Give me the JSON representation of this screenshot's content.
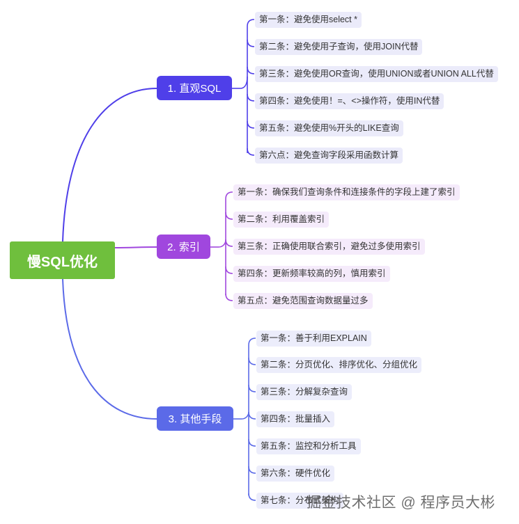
{
  "root": {
    "label": "慢SQL优化"
  },
  "colors": {
    "root": "#6fbf3d",
    "branch1": "#4f3fe9",
    "branch2": "#a047de",
    "branch3": "#5b6ae8"
  },
  "branches": [
    {
      "label": "1. 直观SQL",
      "items": [
        "第一条：避免使用select *",
        "第二条：避免使用子查询，使用JOIN代替",
        "第三条：避免使用OR查询，使用UNION或者UNION ALL代替",
        "第四条：避免使用！=、<>操作符，使用IN代替",
        "第五条：避免使用%开头的LIKE查询",
        "第六点：避免查询字段采用函数计算"
      ]
    },
    {
      "label": "2. 索引",
      "items": [
        "第一条：确保我们查询条件和连接条件的字段上建了索引",
        "第二条：利用覆盖索引",
        "第三条：正确使用联合索引，避免过多使用索引",
        "第四条：更新频率较高的列，慎用索引",
        "第五点：避免范围查询数据量过多"
      ]
    },
    {
      "label": "3. 其他手段",
      "items": [
        "第一条：善于利用EXPLAIN",
        "第二条：分页优化、排序优化、分组优化",
        "第三条：分解复杂查询",
        "第四条：批量插入",
        "第五条：监控和分析工具",
        "第六条：硬件优化",
        "第七条：分布式架构"
      ]
    }
  ],
  "watermark": "掘金技术社区 @ 程序员大彬"
}
